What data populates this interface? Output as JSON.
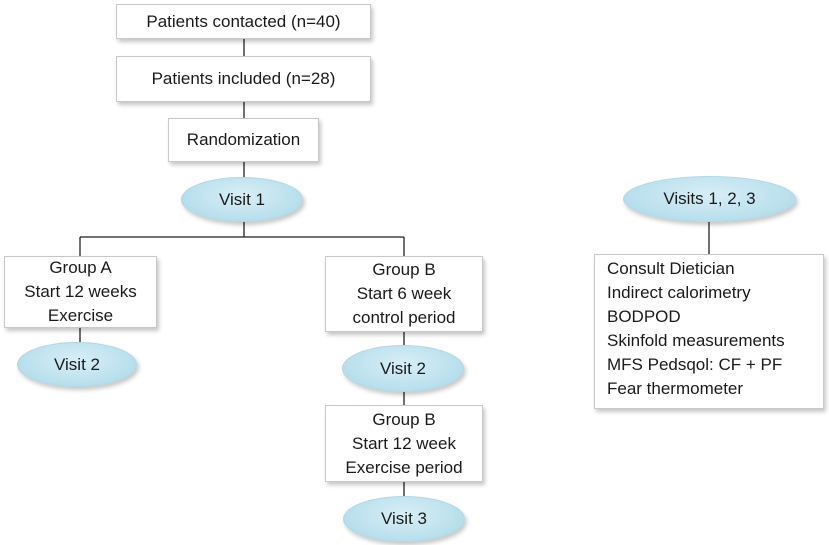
{
  "flow": {
    "contacted": "Patients contacted (n=40)",
    "included": "Patients included (n=28)",
    "randomization": "Randomization",
    "visit1": "Visit 1",
    "group_a": {
      "lines": [
        "Group A",
        "Start 12 weeks",
        "Exercise"
      ],
      "visit": "Visit 2"
    },
    "group_b_control": {
      "lines": [
        "Group B",
        "Start 6 week",
        "control period"
      ],
      "visit": "Visit 2"
    },
    "group_b_exercise": {
      "lines": [
        "Group B",
        "Start 12 week",
        "Exercise  period"
      ],
      "visit": "Visit 3"
    }
  },
  "visits_panel": {
    "title": "Visits 1, 2, 3",
    "items": [
      "Consult Dietician",
      "Indirect calorimetry",
      "BODPOD",
      "Skinfold measurements",
      "MFS Pedsqol: CF + PF",
      "Fear thermometer"
    ]
  },
  "colors": {
    "oval_fill": "#bfe2ef",
    "line": "#222222"
  }
}
